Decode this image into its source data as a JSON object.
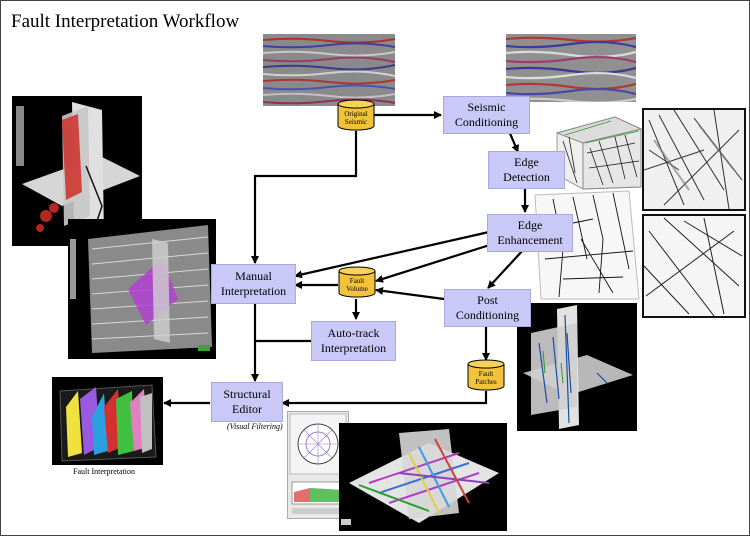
{
  "title": "Fault Interpretation Workflow",
  "boxes": {
    "seismic_conditioning": [
      "Seismic",
      "Conditioning"
    ],
    "edge_detection": [
      "Edge",
      "Detection"
    ],
    "edge_enhancement": [
      "Edge",
      "Enhancement"
    ],
    "post_conditioning": [
      "Post",
      "Conditioning"
    ],
    "manual_interpretation": [
      "Manual",
      "Interpretation"
    ],
    "auto_track": [
      "Auto-track",
      "Interpretation"
    ],
    "structural_editor": [
      "Structural",
      "Editor"
    ]
  },
  "cylinders": {
    "original_seismic": [
      "Original",
      "Seismic"
    ],
    "fault_volume": [
      "Fault",
      "Volume"
    ],
    "fault_patches": [
      "Fault",
      "Patches"
    ]
  },
  "captions": {
    "visual_filtering": "(Visual Filtering)",
    "fault_interpretation": "Fault Interpretation"
  },
  "colors": {
    "box_fill": "#c9c9f7",
    "cylinder_fill": "#f2c23a",
    "arrow": "#000000"
  }
}
